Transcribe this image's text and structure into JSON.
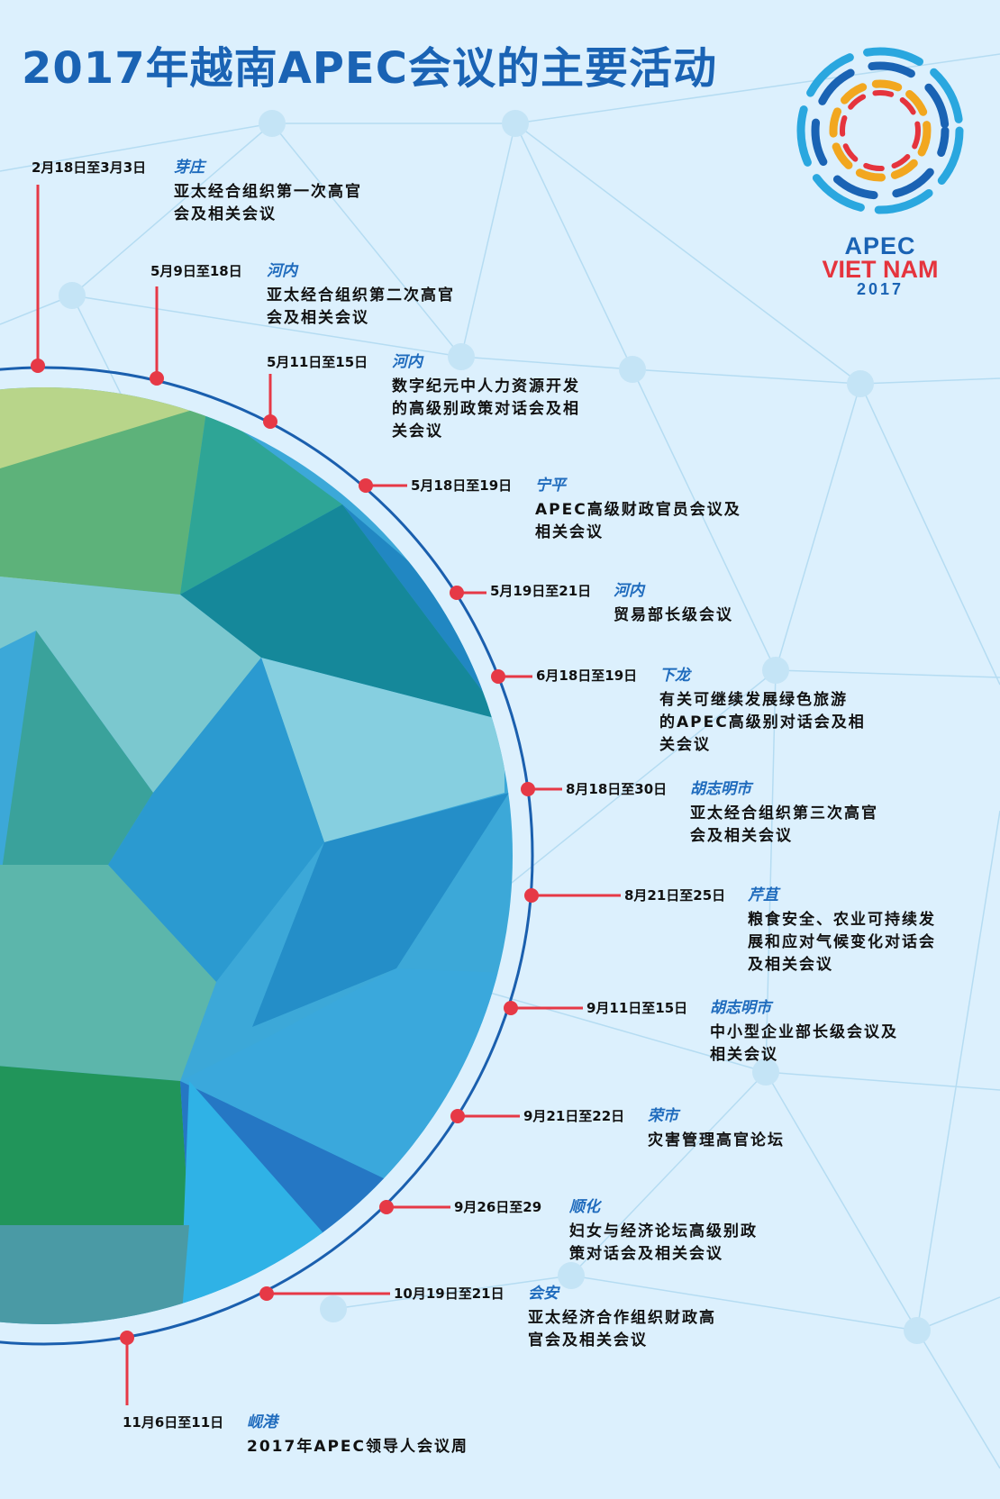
{
  "title": "2017年越南APEC会议的主要活动",
  "logo": {
    "line1": "APEC",
    "line2": "VIET NAM",
    "line3": "2017"
  },
  "colors": {
    "title": "#1a63b4",
    "location": "#1f6bbd",
    "marker": "#e63946",
    "ring": "#1a5fae",
    "background": "#dcf0fd"
  },
  "events": [
    {
      "date": "2月18日至3月3日",
      "location": "芽庄",
      "description": "亚太经合组织第一次高官\n会及相关会议"
    },
    {
      "date": "5月9日至18日",
      "location": "河内",
      "description": "亚太经合组织第二次高官\n会及相关会议"
    },
    {
      "date": "5月11日至15日",
      "location": "河内",
      "description": "数字纪元中人力资源开发\n的高级别政策对话会及相\n关会议"
    },
    {
      "date": "5月18日至19日",
      "location": "宁平",
      "description": "APEC高级财政官员会议及\n相关会议"
    },
    {
      "date": "5月19日至21日",
      "location": "河内",
      "description": "贸易部长级会议"
    },
    {
      "date": "6月18日至19日",
      "location": "下龙",
      "description": "有关可继续发展绿色旅游\n的APEC高级别对话会及相\n关会议"
    },
    {
      "date": "8月18日至30日",
      "location": "胡志明市",
      "description": "亚太经合组织第三次高官\n会及相关会议"
    },
    {
      "date": "8月21日至25日",
      "location": "芹苴",
      "description": "粮食安全、农业可持续发\n展和应对气候变化对话会\n及相关会议"
    },
    {
      "date": "9月11日至15日",
      "location": "胡志明市",
      "description": "中小型企业部长级会议及\n相关会议"
    },
    {
      "date": "9月21日至22日",
      "location": "荣市",
      "description": "灾害管理高官论坛"
    },
    {
      "date": "9月26日至29",
      "location": "顺化",
      "description": "妇女与经济论坛高级别政\n策对话会及相关会议"
    },
    {
      "date": "10月19日至21日",
      "location": "会安",
      "description": "亚太经济合作组织财政高\n官会及相关会议"
    },
    {
      "date": "11月6日至11日",
      "location": "岘港",
      "description": "2017年APEC领导人会议周"
    }
  ]
}
